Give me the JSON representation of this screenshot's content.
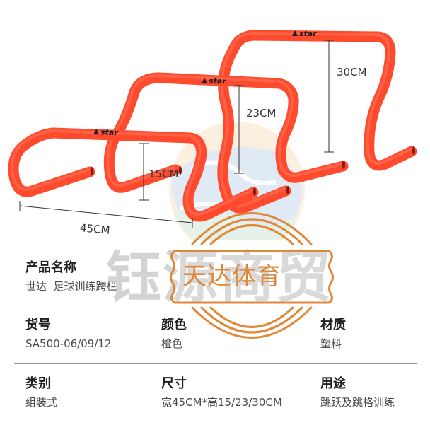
{
  "product_image": {
    "brand_logo": "star",
    "hurdle_color": "#ff4a2e",
    "dimensions": {
      "height_small": "15CM",
      "height_medium": "23CM",
      "height_large": "30CM",
      "width": "45CM"
    }
  },
  "watermark": {
    "text": "钰源商贸"
  },
  "stamp": {
    "text": "天达体育",
    "color": "#e0883a"
  },
  "specs": {
    "rows": [
      {
        "cells": [
          {
            "label": "产品名称",
            "value": "世达  足球训练跨栏"
          }
        ]
      },
      {
        "cells": [
          {
            "label": "货号",
            "value": "SA500-06/09/12"
          },
          {
            "label": "颜色",
            "value": "橙色"
          },
          {
            "label": "材质",
            "value": "塑料"
          }
        ]
      },
      {
        "cells": [
          {
            "label": "类别",
            "value": "组装式"
          },
          {
            "label": "尺寸",
            "value": "宽45CM*高15/23/30CM"
          },
          {
            "label": "用途",
            "value": "跳跃及跳格训练"
          }
        ]
      }
    ]
  }
}
